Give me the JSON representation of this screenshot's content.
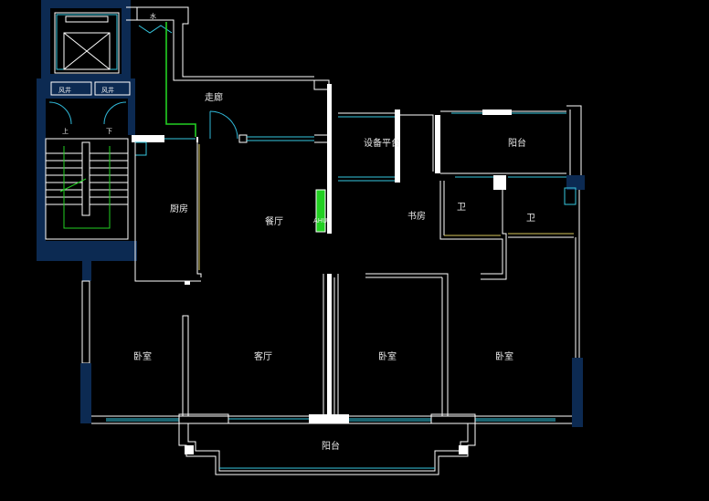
{
  "plan": {
    "rooms": {
      "corridor": "走廊",
      "equipment_platform": "设备平台",
      "balcony_top": "阳台",
      "kitchen": "厨房",
      "dining": "餐厅",
      "study": "书房",
      "bath_1": "卫",
      "bath_2": "卫",
      "bedroom_1": "卧室",
      "living": "客厅",
      "bedroom_2": "卧室",
      "bedroom_3": "卧室",
      "balcony_bottom": "阳台"
    },
    "stair": {
      "vent_left": "风井",
      "vent_right": "风井",
      "up": "上",
      "down": "下"
    },
    "pipe_tag": "水",
    "equipment_tag": "AHU"
  },
  "colors": {
    "background": "#000000",
    "wall": "#ffffff",
    "column": "#0c2a52",
    "window": "#36c8e0",
    "green": "#22d022",
    "door_arc": "#30b8d8",
    "yellow": "#d8c95c"
  }
}
